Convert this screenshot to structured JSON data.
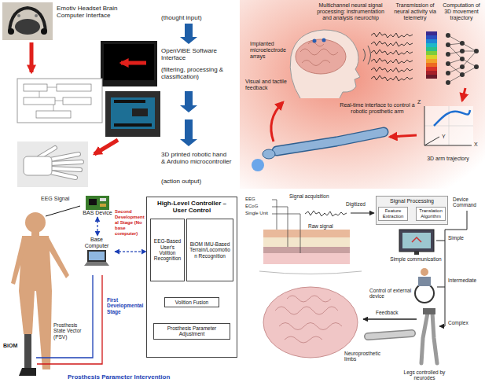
{
  "diagram": {
    "nodes": [
      {
        "text": [
          "BAS Device"
        ]
      },
      {
        "text": [
          "Base Computer"
        ]
      },
      {
        "text": [
          "High-Level Controller – User Control"
        ]
      },
      {
        "text": [
          "EEG-Based User's Volition Recognition"
        ],
        "in": 2
      },
      {
        "text": [
          "BiOM IMU-Based Terrain/Locomotion Recognition"
        ],
        "in": 2
      },
      {
        "text": [
          "Volition Fusion"
        ],
        "in": 2
      },
      {
        "text": [
          "Prosthesis Parameter Adjustment"
        ],
        "in": 2
      },
      {
        "text": [
          "Signal Processing"
        ]
      },
      {
        "text": [
          "Feature Extraction"
        ],
        "in": 7
      },
      {
        "text": [
          "Translation Algorithm"
        ],
        "in": 7
      }
    ],
    "edges": [
      {
        "from": 0,
        "to": 1,
        "arrow": "both"
      },
      {
        "from": 1,
        "to": 2,
        "arrow": "both"
      },
      {
        "from": 3,
        "to": 5,
        "arrow": "to"
      },
      {
        "from": 4,
        "to": 5,
        "arrow": "to"
      },
      {
        "from": 5,
        "to": 6,
        "arrow": "to"
      },
      {
        "from": 8,
        "to": 9,
        "arrow": "to"
      }
    ],
    "labels": [
      "Emotiv Headset Brain Computer Interface",
      "(thought input)",
      "OpenViBE Software Interface",
      "(filtering, processing & classification)",
      "3D printed robotic hand & Arduino microcontroller",
      "(action output)",
      "Multichannel neural signal processing: instrumentation and analysis neurochip",
      "Transmission of neural activity via telemetry",
      "Computation of 3D movement trajectory",
      "Implanted microelectrode arrays",
      "Visual and tactile feedback",
      "Real-time interface to control a robotic prosthetic arm",
      "Z",
      "X",
      "Y",
      "3D arm trajectory",
      "EEG Signal",
      "First Developmental Stage",
      "Second Developmental Stage (No base computer)",
      "Prosthesis State Vector (PSV)",
      "BiOM",
      "Prosthesis Parameter Intervention",
      "EEG",
      "ECoG",
      "Single Unit",
      "Signal acquisition",
      "Raw signal",
      "Digitized",
      "Device Command",
      "Simple",
      "Simple communication",
      "Intermediate",
      "Control of external device",
      "Complex",
      "Feedback",
      "Neuroprosthetic limbs",
      "Legs controlled by neurodes"
    ]
  }
}
